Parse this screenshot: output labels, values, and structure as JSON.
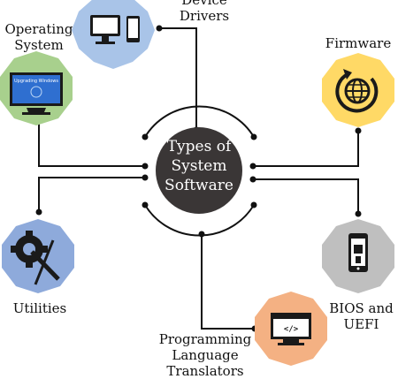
{
  "center": {
    "line1": "Types of",
    "line2": "System",
    "line3": "Software",
    "fill": "#3a3636"
  },
  "nodes": {
    "device_drivers": {
      "line1": "Device",
      "line2": "Drivers",
      "color": "#a9c4e8",
      "icon": "monitor-phone-icon"
    },
    "operating_system": {
      "line1": "Operating",
      "line2": "System",
      "screen_text": "Upgrading Windows",
      "color": "#a8d08d",
      "icon": "laptop-upgrade-icon"
    },
    "firmware": {
      "label": "Firmware",
      "color": "#ffd966",
      "icon": "globe-refresh-icon"
    },
    "utilities": {
      "label": "Utilities",
      "color": "#8eaadb",
      "icon": "gear-wrench-icon"
    },
    "bios_uefi": {
      "line1": "BIOS and",
      "line2": "UEFI",
      "color": "#bfbfbf",
      "icon": "phone-chip-icon"
    },
    "programming_language_translators": {
      "line1": "Programming",
      "line2": "Language",
      "line3": "Translators",
      "color": "#f4b183",
      "icon": "code-monitor-icon"
    }
  }
}
